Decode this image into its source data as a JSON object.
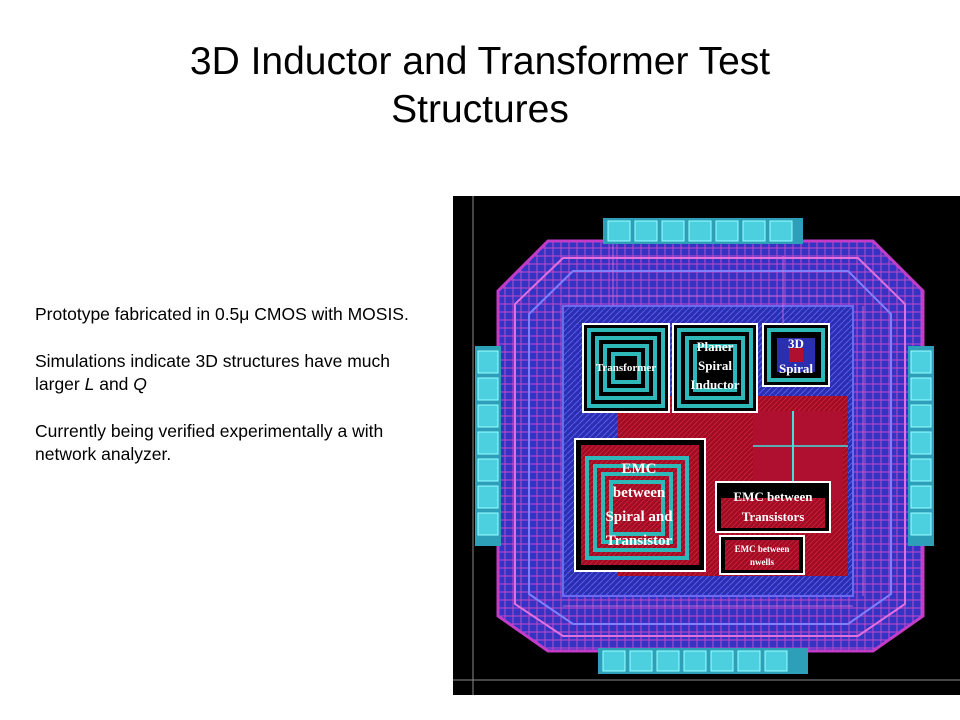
{
  "slide": {
    "title_line1": "3D Inductor and Transformer Test",
    "title_line2": "Structures"
  },
  "body": {
    "paragraph1": "Prototype fabricated in 0.5μ CMOS with MOSIS.",
    "paragraph2_prefix": "Simulations indicate 3D structures have much larger ",
    "paragraph2_L": "L",
    "paragraph2_and": " and ",
    "paragraph2_Q": "Q",
    "paragraph3": "Currently being verified experimentally a with network analyzer."
  },
  "layout_image": {
    "labels": {
      "transformer": "Transformer",
      "planer_1": "Planer",
      "planer_2": "Spiral",
      "planer_3": "Inductor",
      "spiral3d_1": "3D",
      "spiral3d_2": "Spiral",
      "emc_sp_1": "EMC",
      "emc_sp_2": "between",
      "emc_sp_3": "Spiral and",
      "emc_sp_4": "Transistor",
      "emc_tr_1": "EMC between",
      "emc_tr_2": "Transistors",
      "emc_nw_1": "EMC between",
      "emc_nw_2": "nwells"
    },
    "colors": {
      "background": "#000000",
      "metal_blue": "#3a3ad8",
      "metal_magenta": "#c23cc8",
      "poly_red": "#b8102a",
      "pad_cyan": "#35c0d0",
      "spiral_cyan": "#2fb8b8",
      "outline_white": "#ffffff"
    }
  }
}
